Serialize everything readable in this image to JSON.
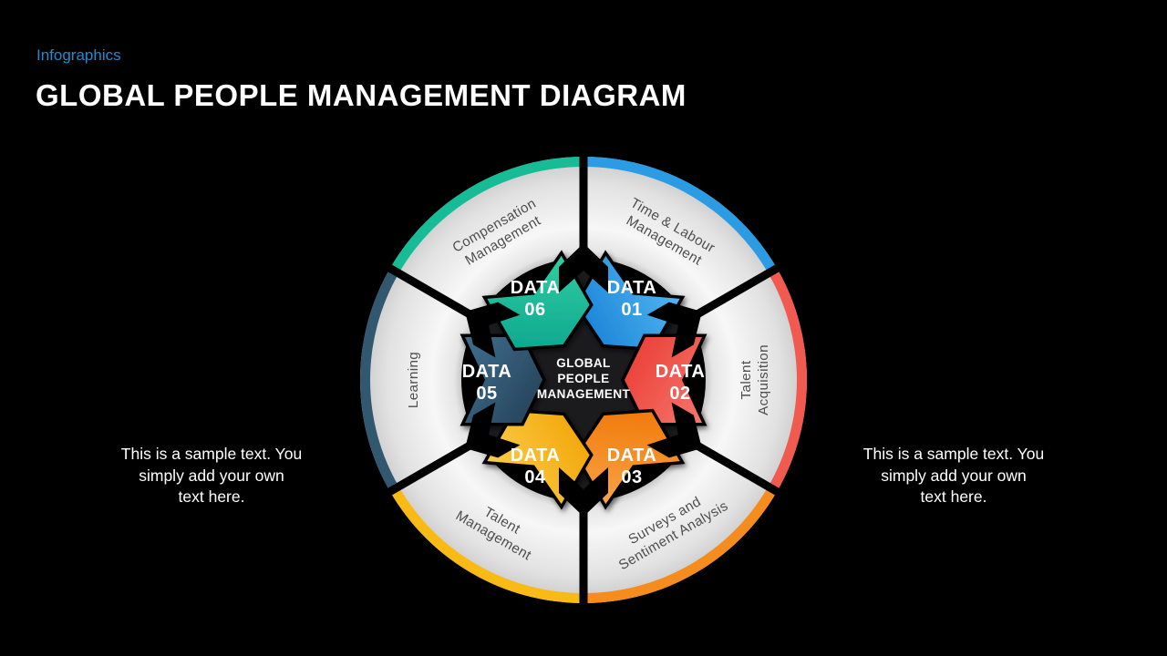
{
  "kicker": "Infographics",
  "title": "GLOBAL PEOPLE MANAGEMENT DIAGRAM",
  "arrow_word": "DATA",
  "center": {
    "lines": [
      "GLOBAL",
      "PEOPLE",
      "MANAGEMENT"
    ]
  },
  "side_text_left_lines": [
    "This is a sample text. You",
    "simply add your own",
    "text here."
  ],
  "side_text_right_lines": [
    "This is a sample text. You",
    "simply add your own",
    "text here."
  ],
  "segments": [
    {
      "num": "01",
      "name": "Time & Labour Management",
      "label_lines": [
        "Time & Labour",
        "Management"
      ],
      "angle": 30,
      "label_rotation": 30,
      "color": "#2B9BE4",
      "color_light": "#50B4F0",
      "color_dark": "#1B85D8"
    },
    {
      "num": "02",
      "name": "Talent Acquisition",
      "label_lines": [
        "Talent",
        "Acquisition"
      ],
      "angle": 90,
      "label_rotation": -90,
      "color": "#F15A4F",
      "color_light": "#F5766C",
      "color_dark": "#EB4138"
    },
    {
      "num": "03",
      "name": "Surveys and Sentiment Analysis",
      "label_lines": [
        "Surveys and",
        "Sentiment Analysis"
      ],
      "angle": 150,
      "label_rotation": -30,
      "color": "#F68C1E",
      "color_light": "#F9A344",
      "color_dark": "#F0790B"
    },
    {
      "num": "04",
      "name": "Talent Management",
      "label_lines": [
        "Talent",
        "Management"
      ],
      "angle": 210,
      "label_rotation": 30,
      "color": "#F9BA16",
      "color_light": "#FBCC48",
      "color_dark": "#F3A70B"
    },
    {
      "num": "05",
      "name": "Learning",
      "label_lines": [
        "Learning"
      ],
      "angle": 270,
      "label_rotation": -90,
      "color": "#31586F",
      "color_light": "#3F6F8F",
      "color_dark": "#27455C"
    },
    {
      "num": "06",
      "name": "Compensation Management",
      "label_lines": [
        "Compensation",
        "Management"
      ],
      "angle": 330,
      "label_rotation": -30,
      "color": "#17BB96",
      "color_light": "#31CCA1",
      "color_dark": "#0DA78F"
    }
  ],
  "colors": {
    "background": "#000000",
    "kicker": "#1E8CCE",
    "title": "#FFFFFF",
    "sector_body": "#EFEFEF",
    "sector_label": "#4E4E4E",
    "star": "#1B1B1E"
  }
}
